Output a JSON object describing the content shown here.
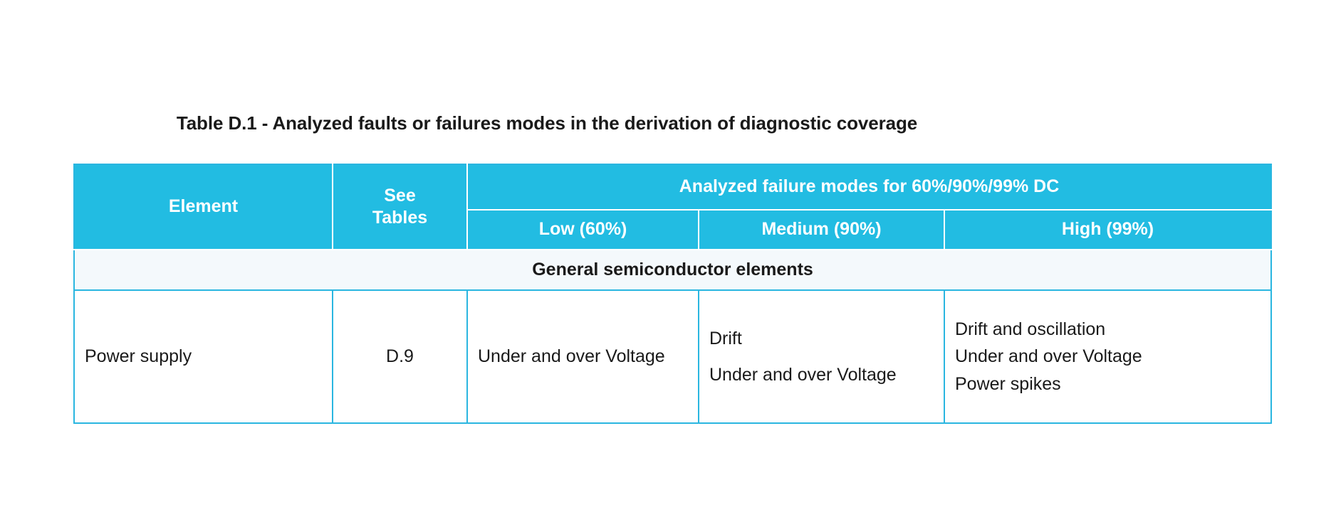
{
  "title": "Table D.1 - Analyzed faults or failures modes in the derivation of diagnostic coverage",
  "colors": {
    "header_fill": "#22bce2",
    "header_text": "#ffffff",
    "border": "#2ab6e0",
    "section_fill": "#f4f9fc",
    "body_text": "#1a1a1a"
  },
  "table": {
    "headers": {
      "element": "Element",
      "see_tables": "See\nTables",
      "see_tables_line1": "See",
      "see_tables_line2": "Tables",
      "group": "Analyzed failure modes for 60%/90%/99% DC",
      "low": "Low (60%)",
      "medium": "Medium (90%)",
      "high": "High (99%)"
    },
    "sections": [
      {
        "label": "General semiconductor elements",
        "rows": [
          {
            "element": "Power supply",
            "see_tables": "D.9",
            "low": [
              "Under and over Voltage"
            ],
            "medium": [
              "Drift",
              "Under and over Voltage"
            ],
            "high": [
              "Drift and oscillation",
              "Under and over Voltage",
              "Power spikes"
            ]
          }
        ]
      }
    ]
  }
}
